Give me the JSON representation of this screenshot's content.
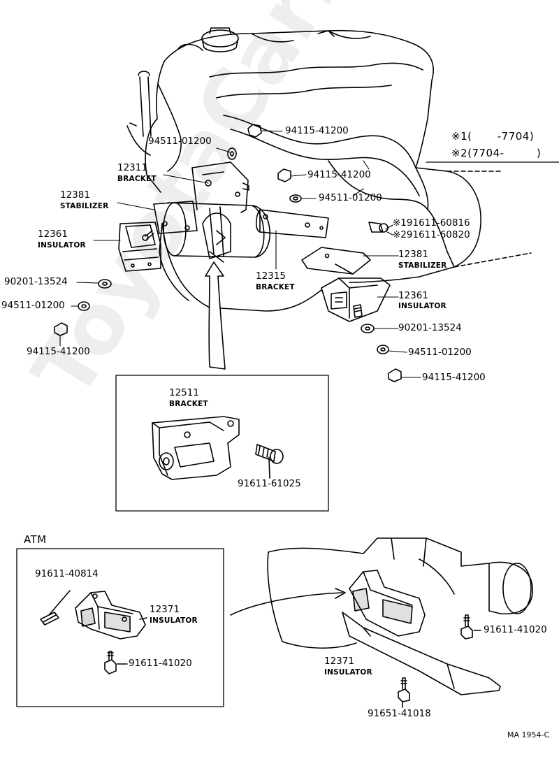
{
  "watermark": "ToyotaCarlines.ru",
  "figure_code": "MA 1954-C",
  "section_label": "ATM",
  "legend": {
    "note1": "※1(　　 -7704)",
    "note2": "※2(7704-　　　)"
  },
  "labels": {
    "l_94511_01200_a": "94511-01200",
    "l_94115_41200_a": "94115-41200",
    "l_12311": "12311",
    "l_bracket_a": "BRACKET",
    "l_94115_41200_b": "94115-41200",
    "l_94511_01200_b": "94511-01200",
    "l_12381_a": "12381",
    "l_stabilizer_a": "STABILIZER",
    "l_191611": "※191611-60816",
    "l_291611": "※291611-60820",
    "l_12361_a": "12361",
    "l_insulator_a": "INSULATOR",
    "l_12381_b": "12381",
    "l_stabilizer_b": "STABILIZER",
    "l_12315": "12315",
    "l_bracket_b": "BRACKET",
    "l_90201_13524_a": "90201-13524",
    "l_94511_01200_c": "94511-01200",
    "l_12361_b": "12361",
    "l_insulator_b": "INSULATOR",
    "l_90201_13524_b": "90201-13524",
    "l_94115_41200_c": "94115-41200",
    "l_94511_01200_d": "94511-01200",
    "l_94115_41200_d": "94115-41200",
    "l_12511": "12511",
    "l_bracket_c": "BRACKET",
    "l_91611_61025": "91611-61025",
    "l_91611_40814": "91611-40814",
    "l_12371_a": "12371",
    "l_insulator_c": "INSULATOR",
    "l_91611_41020_a": "91611-41020",
    "l_91611_41020_b": "91611-41020",
    "l_12371_b": "12371",
    "l_insulator_d": "INSULATOR",
    "l_91651_41018": "91651-41018"
  }
}
